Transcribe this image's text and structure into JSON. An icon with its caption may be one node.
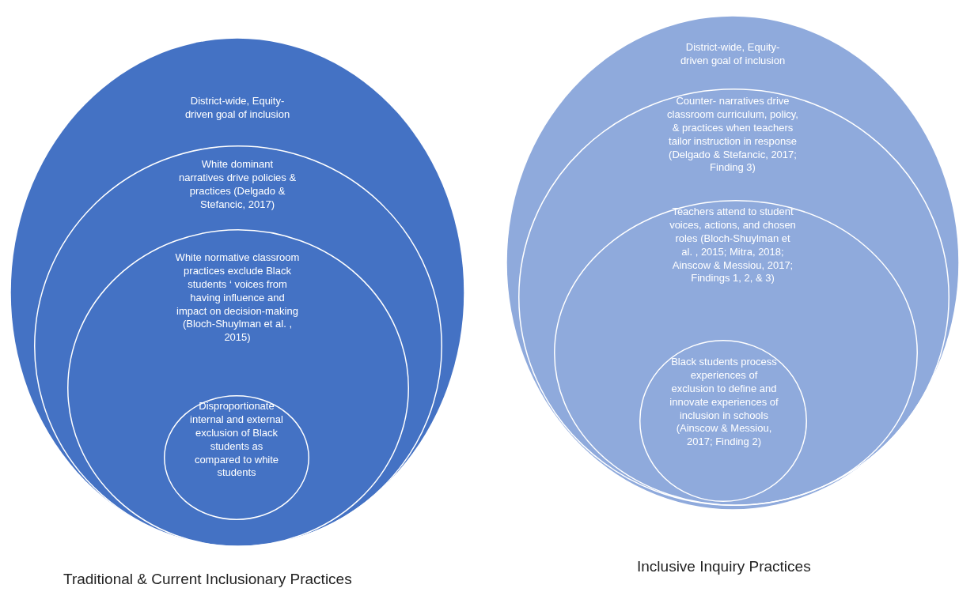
{
  "diagram": {
    "nodes": [
      {
        "text": [
          "District-wide, Equity-driven goal of inclusion"
        ],
        "beside": [
          "Traditional & Current  Inclusionary Practices"
        ]
      },
      {
        "text": [
          "White dominant narratives drive policies & practices (Delgado & Stefancic, 2017)"
        ],
        "in": 0
      },
      {
        "text": [
          "White normative classroom practices exclude Black students ‘ voices from having influence and impact on decision-making (Bloch-Shuylman et al. , 2015)"
        ],
        "in": 1
      },
      {
        "text": [
          "Disproportionate internal and external exclusion of Black students as compared to white students"
        ],
        "in": 2
      },
      {
        "text": [
          "District-wide, Equity-driven goal of inclusion"
        ],
        "beside": [
          "Inclusive Inquiry Practices"
        ]
      },
      {
        "text": [
          "Counter- narratives drive classroom curriculum, policy, & practices when teachers tailor instruction in response (Delgado & Stefancic, 2017; Finding 3)"
        ],
        "in": 4
      },
      {
        "text": [
          "Teachers attend to student voices, actions, and chosen roles (Bloch-Shuylman et al. , 2015; Mitra, 2018; Ainscow & Messiou, 2017; Findings 1, 2, & 3)"
        ],
        "in": 5
      },
      {
        "text": [
          "Black students process experiences of exclusion to define and innovate experiences of inclusion in schools (Ainscow & Messiou, 2017; Finding 2)"
        ],
        "in": 6
      }
    ]
  }
}
